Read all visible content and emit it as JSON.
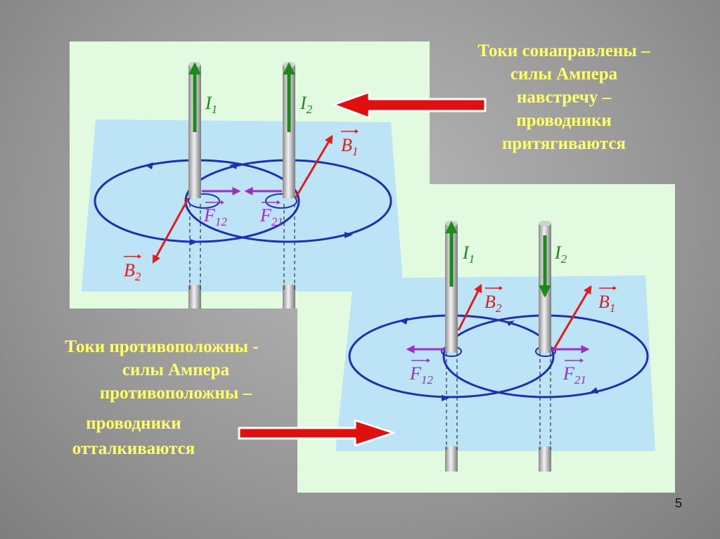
{
  "caption_top": {
    "lines": [
      "Токи сонаправлены –",
      "силы Ампера",
      "навстречу –",
      "проводники",
      "притягиваются"
    ]
  },
  "caption_bottom": {
    "lines": [
      "Токи противоположны -",
      "силы Ампера",
      "противоположны –",
      "проводники",
      "отталкиваются"
    ]
  },
  "diagram_top": {
    "current1": {
      "letter": "I",
      "sub": "1"
    },
    "current2": {
      "letter": "I",
      "sub": "2"
    },
    "field1": {
      "letter": "B",
      "sub": "1"
    },
    "field2": {
      "letter": "B",
      "sub": "2"
    },
    "force12": {
      "letter": "F",
      "sub": "12"
    },
    "force21": {
      "letter": "F",
      "sub": "21"
    }
  },
  "diagram_bottom": {
    "current1": {
      "letter": "I",
      "sub": "1"
    },
    "current2": {
      "letter": "I",
      "sub": "2"
    },
    "field1": {
      "letter": "B",
      "sub": "1"
    },
    "field2": {
      "letter": "B",
      "sub": "2"
    },
    "force12": {
      "letter": "F",
      "sub": "12"
    },
    "force21": {
      "letter": "F",
      "sub": "21"
    }
  },
  "colors": {
    "panel": "#e2fbe0",
    "plane": "#bde3f7",
    "field_line": "#1f2fb5",
    "current": "#1a8a1a",
    "b_vector": "#e21b1b",
    "force": "#9b30c8",
    "caption": "#ffff66",
    "pointer_arrow": "#e01010"
  },
  "page_number": "5"
}
